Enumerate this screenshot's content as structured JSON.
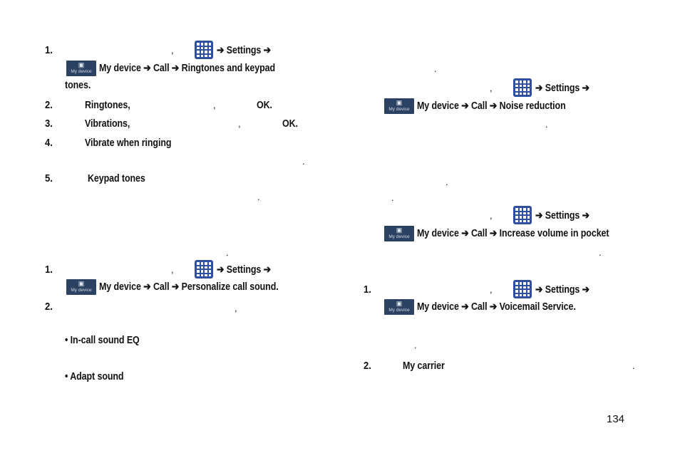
{
  "icon_labels": {
    "apps_icon": "apps-grid-icon",
    "my_device_icon_text": "My device"
  },
  "arrow": "➔",
  "common": {
    "settings": "Settings",
    "my_device": "My device",
    "call": "Call",
    "ok": "OK"
  },
  "left": {
    "s1": {
      "num1": "1.",
      "path_end": "Ringtones and keypad",
      "tones": "tones",
      "num2": "2.",
      "ringtones": "Ringtones",
      "num3": "3.",
      "vibrations": "Vibrations",
      "num4": "4.",
      "vibrate_when_ringing": "Vibrate when ringing",
      "num5": "5.",
      "keypad_tones": "Keypad tones"
    },
    "s2": {
      "num1": "1.",
      "path_end": "Personalize call sound",
      "num2": "2.",
      "bullet1": "• In-call sound EQ",
      "bullet2": "• Adapt sound"
    }
  },
  "right": {
    "noise_reduction": "Noise reduction",
    "increase_volume": "Increase volume in pocket",
    "voicemail": {
      "num1": "1.",
      "path_end": "Voicemail Service",
      "num2": "2.",
      "my_carrier": "My carrier"
    }
  },
  "page_number": "134"
}
